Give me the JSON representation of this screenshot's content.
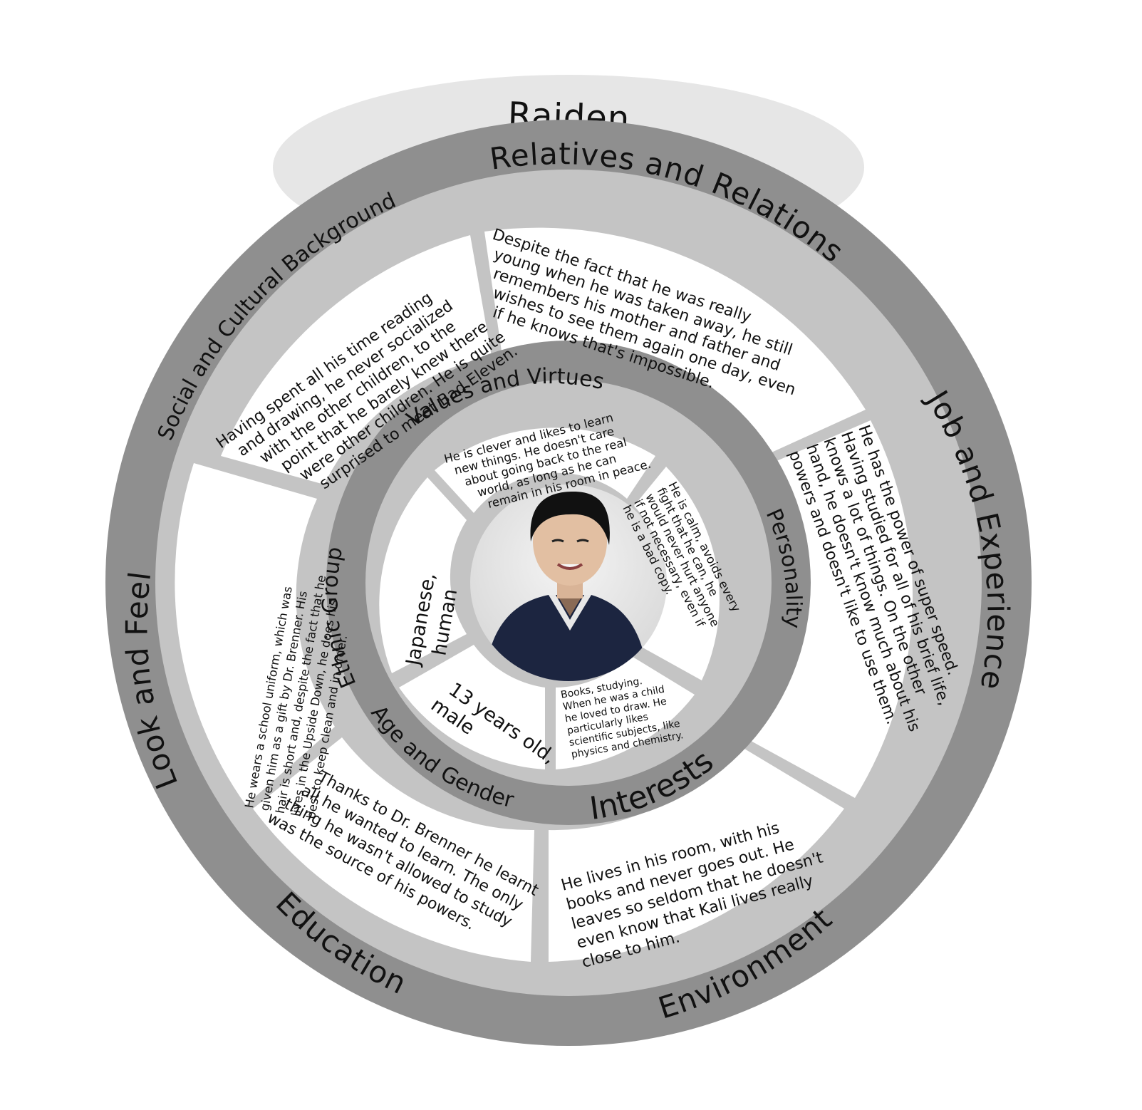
{
  "title": "Raiden",
  "outer_ring": {
    "social": "Social and Cultural Background",
    "relatives": "Relatives and Relations",
    "job": "Job and Experience",
    "environment": "Environment",
    "education": "Education",
    "look": "Look and Feel"
  },
  "outer_texts": {
    "social": [
      "Having spent all his time reading",
      "and drawing, he never socialized",
      "with the other children, to the",
      "point that he barely knew there",
      "were other children. He is quite",
      "surprised to meet Bad Eleven."
    ],
    "relatives": [
      "Despite the fact that he was really",
      "young when he was taken away, he still",
      "remembers his mother and father and",
      "wishes to see them again one day, even",
      "if he knows that's impossible."
    ],
    "job": [
      "He has the power of super speed.",
      "Having studied for all of his brief life,",
      "knows a lot of things. On the other",
      "hand, he doesn't know much about his",
      "powers and doesn't like to use them."
    ],
    "environment": [
      "He lives in his room, with his",
      "books and never goes out. He",
      "leaves so seldom that he doesn't",
      "even know that Kali lives really",
      "close to him."
    ],
    "education": [
      "Thanks to Dr. Brenner he learnt",
      "all he wanted to learn. The only",
      "thing he wasn't allowed to study",
      "was the source of his powers."
    ],
    "look": [
      "He wears a school uniform, which was",
      "given him as a gift by Dr. Brenner. His",
      "hair is short and, despite the fact that he",
      "lives in the Upside Down, he does his",
      "best to keep clean and in order."
    ]
  },
  "inner_ring": {
    "values": "Values and Virtues",
    "personality": "Personality",
    "interests": "Interests",
    "age": "Age and Gender",
    "ethnic": "Ethnic Group"
  },
  "inner_texts": {
    "values": [
      "He is clever and likes to learn",
      "new things. He doesn't care",
      "about going back to the real",
      "world, as long as he can",
      "remain in his room in peace."
    ],
    "personality": [
      "He is calm, avoids every",
      "fight that he can, he",
      "would never hurt anyone",
      "if not necessary, even if",
      "he is a bad copy."
    ],
    "interests": [
      "Books, studying.",
      "When he was a child",
      "he loved to draw. He",
      "particularly likes",
      "scientific subjects, like",
      "physics and chemistry."
    ],
    "age": [
      "13 years old,",
      "male"
    ],
    "ethnic": [
      "Japanese,",
      "human"
    ]
  },
  "center_image": "portrait-photo",
  "colors": {
    "outer_ring": "#8f8f8f",
    "middle_ring": "#c4c4c4",
    "title_bg": "#e6e6e6",
    "panel": "#ffffff"
  }
}
